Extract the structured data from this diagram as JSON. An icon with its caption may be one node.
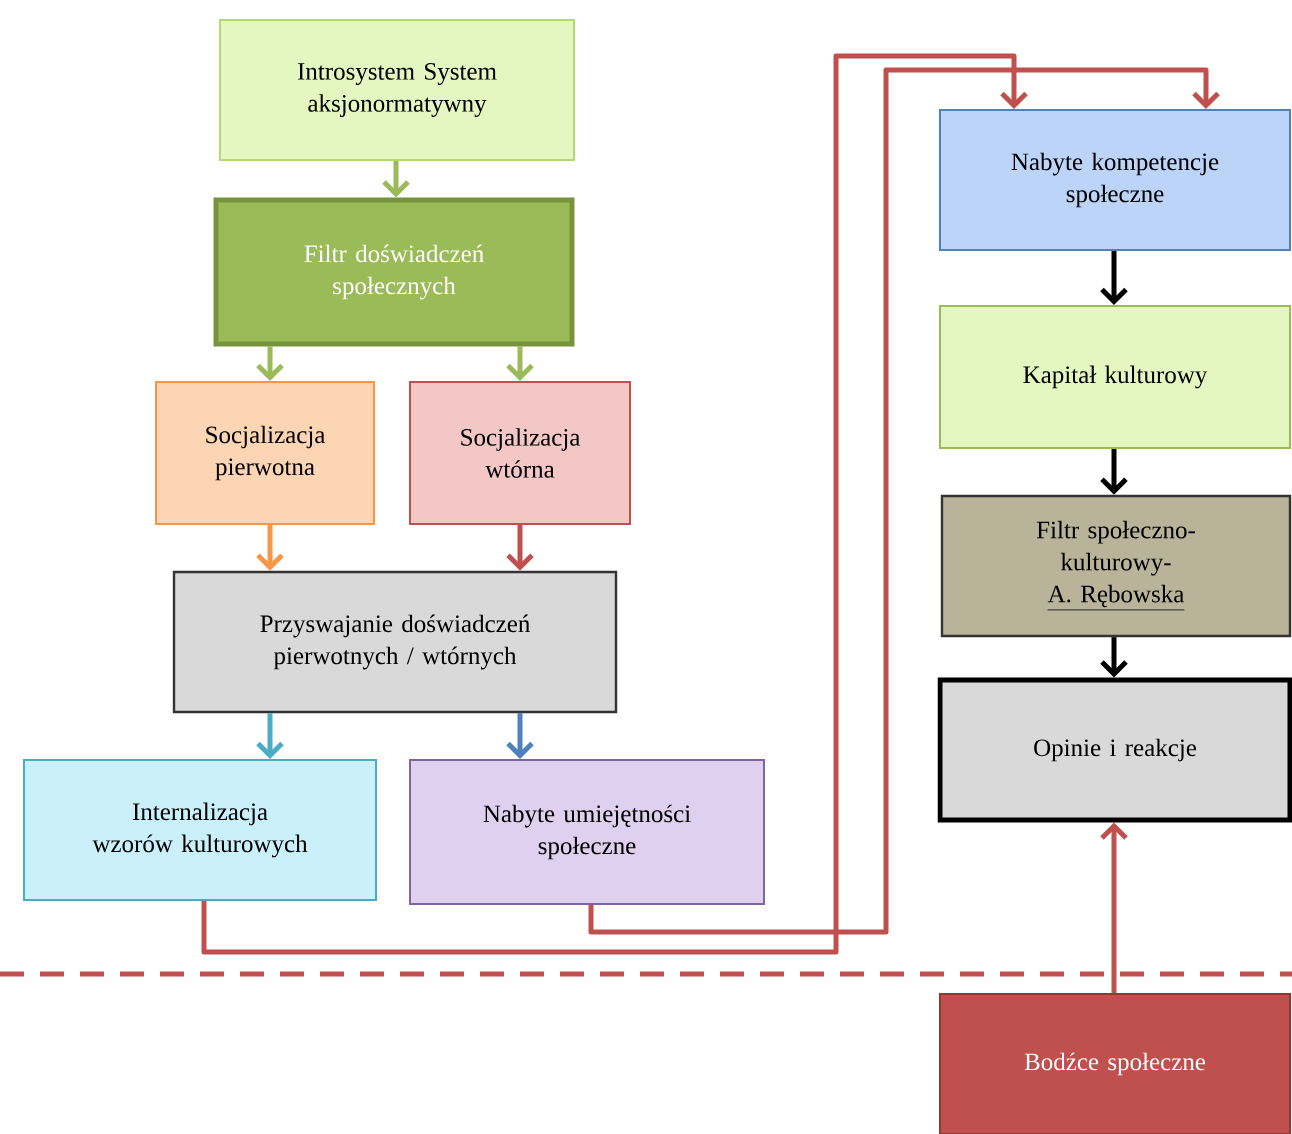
{
  "diagram": {
    "nodes": [
      {
        "text": [
          "Introsystem System aksjonormatywny"
        ]
      },
      {
        "text": [
          "Filtr doświadczeń społecznych"
        ]
      },
      {
        "text": [
          "Socjalizacja pierwotna"
        ]
      },
      {
        "text": [
          "Socjalizacja wtórna"
        ]
      },
      {
        "text": [
          "Przyswajanie doświadczeń pierwotnych / wtórnych"
        ]
      },
      {
        "text": [
          "Internalizacja wzorów kulturowych"
        ]
      },
      {
        "text": [
          "Nabyte umiejętności społeczne"
        ]
      },
      {
        "text": [
          "Nabyte kompetencje społeczne"
        ]
      },
      {
        "text": [
          "Kapitał kulturowy"
        ]
      },
      {
        "text": [
          "Filtr społeczno-kulturowy-",
          "A. Rębowska"
        ]
      },
      {
        "text": [
          "Opinie i reakcje"
        ]
      },
      {
        "text": [
          "Bodźce społeczne"
        ]
      }
    ],
    "edges": [
      {
        "from": 0,
        "to": 1,
        "arrow": "to",
        "color": "#9bbb59"
      },
      {
        "from": 1,
        "to": 2,
        "arrow": "to",
        "color": "#9bbb59"
      },
      {
        "from": 1,
        "to": 3,
        "arrow": "to",
        "color": "#9bbb59"
      },
      {
        "from": 2,
        "to": 4,
        "arrow": "to",
        "color": "#f79646"
      },
      {
        "from": 3,
        "to": 4,
        "arrow": "to",
        "color": "#c0504d"
      },
      {
        "from": 4,
        "to": 5,
        "arrow": "to",
        "color": "#4bacc6"
      },
      {
        "from": 4,
        "to": 6,
        "arrow": "to",
        "color": "#4f81bd"
      },
      {
        "from": 5,
        "to": 7,
        "arrow": "to",
        "color": "#c0504d"
      },
      {
        "from": 6,
        "to": 7,
        "arrow": "to",
        "color": "#c0504d"
      },
      {
        "from": 7,
        "to": 8,
        "arrow": "to",
        "color": "#000000"
      },
      {
        "from": 8,
        "to": 9,
        "arrow": "to",
        "color": "#000000"
      },
      {
        "from": 9,
        "to": 10,
        "arrow": "to",
        "color": "#000000"
      },
      {
        "from": 11,
        "to": 10,
        "arrow": "to",
        "color": "#c0504d"
      }
    ]
  }
}
